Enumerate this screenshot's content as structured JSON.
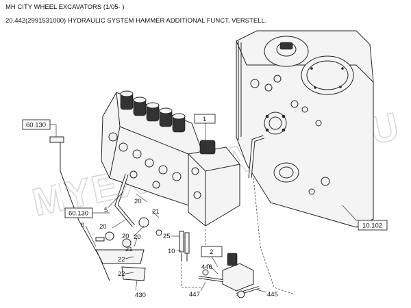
{
  "header": {
    "line1": "MH CITY WHEEL EXCAVATORS (1/05- )",
    "line2": "20.442(2991531000) HYDRAULIC SYSTEM HAMMER ADDITIONAL FUNCT. VERSTELL."
  },
  "watermark": "MYEXCAVATOR.RU",
  "callouts": {
    "ref_60130_a": "60.130",
    "ref_60130_b": "60.130",
    "ref_10102": "10.102",
    "box_1": "1",
    "box_2": "2",
    "n5": "5",
    "n6": "6",
    "n10": "10",
    "n20a": "20",
    "n20b": "20",
    "n20c": "20",
    "n20d": "20",
    "n21a": "21",
    "n21b": "21",
    "n22a": "22",
    "n22b": "22",
    "n25": "25",
    "n430": "430",
    "n445": "445",
    "n446": "446",
    "n447": "447"
  }
}
